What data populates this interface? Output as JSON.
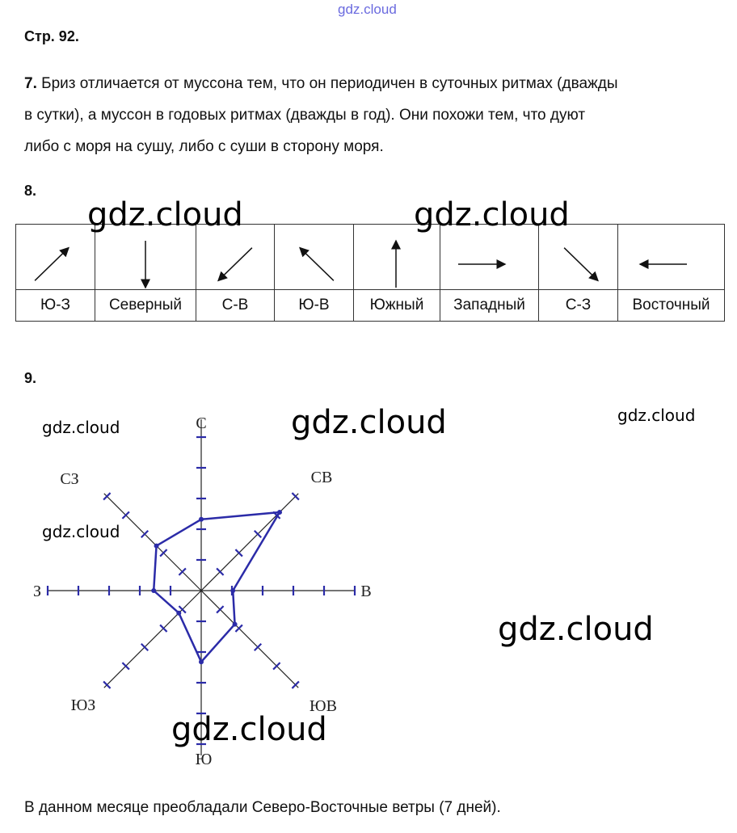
{
  "watermark_top": "gdz.cloud",
  "watermark": "gdz.cloud",
  "page_heading": "Стр. 92.",
  "q7": {
    "number": "7.",
    "lines": [
      "Бриз отличается от муссона тем, что он периодичен в суточных ритмах (дважды",
      "в сутки), а муссон в годовых ритмах (дважды в год). Они похожи тем, что дуют",
      "либо с моря на сушу, либо с суши в сторону моря."
    ]
  },
  "q8": {
    "number": "8.",
    "labels": [
      "Ю-З",
      "Северный",
      "С-В",
      "Ю-В",
      "Южный",
      "Западный",
      "С-З",
      "Восточный"
    ],
    "arrow_directions": [
      "north-east",
      "south",
      "south-west",
      "north-west",
      "north",
      "east",
      "south-east",
      "west"
    ]
  },
  "q9": {
    "number": "9.",
    "rose": {
      "directions": [
        "С",
        "СВ",
        "В",
        "ЮВ",
        "Ю",
        "ЮЗ",
        "З",
        "СЗ"
      ],
      "approx_values": [
        4.5,
        7,
        2,
        3,
        4.5,
        2,
        3,
        4
      ],
      "line_color": "#2b2ba8"
    },
    "conclusion": "В данном месяце преобладали Северо-Восточные ветры (7 дней)."
  }
}
